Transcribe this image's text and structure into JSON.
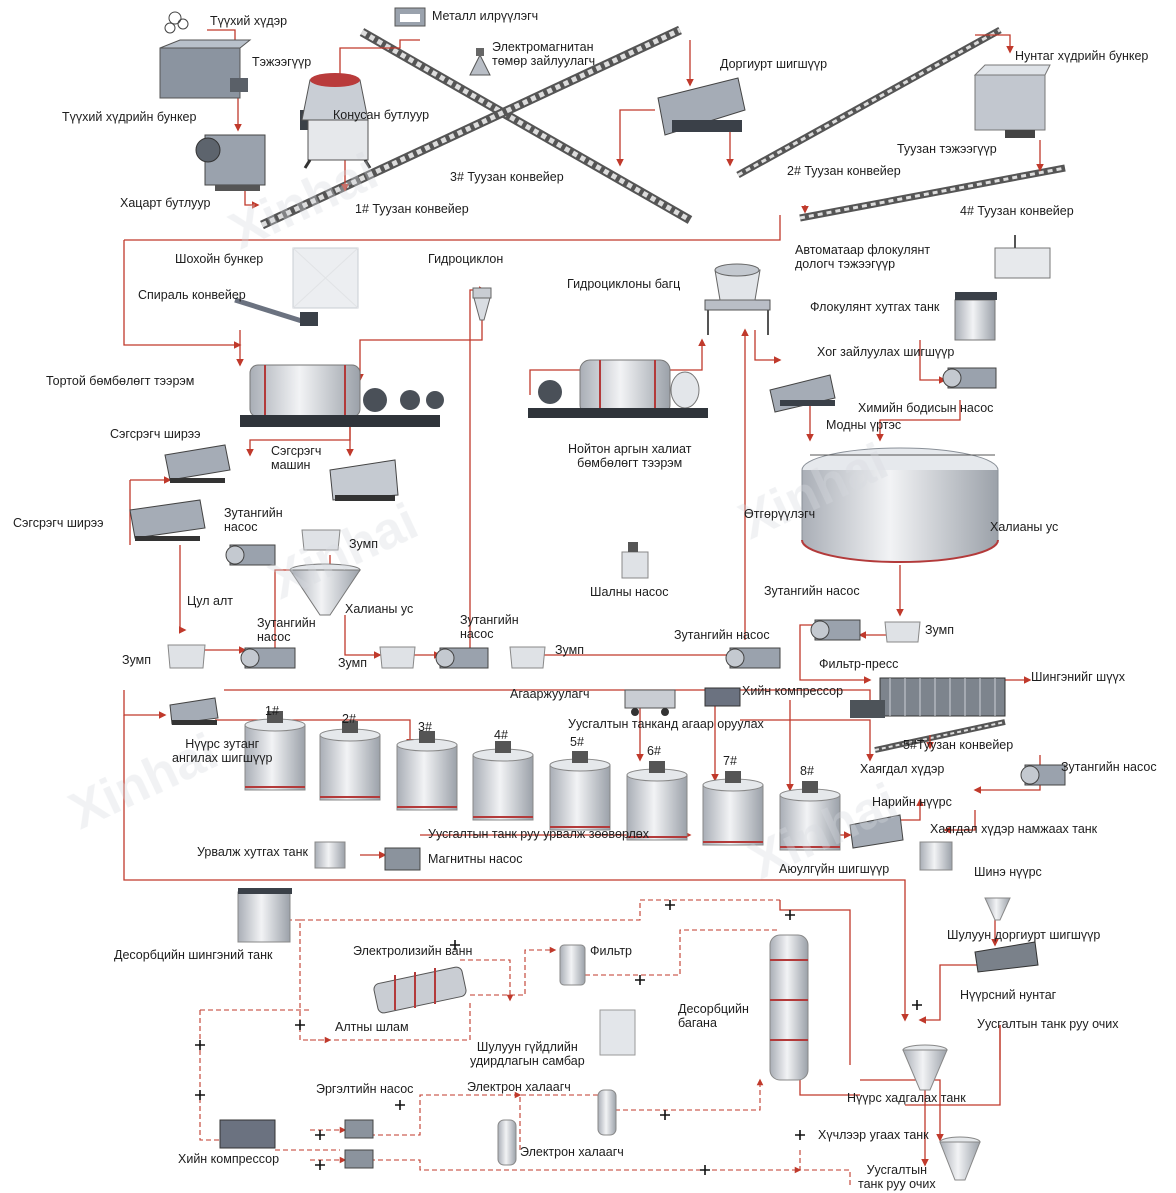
{
  "labels": {
    "raw_ore": "Түүхий хүдэр",
    "feeder": "Тэжээгүүр",
    "raw_ore_bunker": "Түүхий хүдрийн бункер",
    "jaw_crusher": "Хацарт бутлуур",
    "metal_detector": "Металл илрүүлэгч",
    "cone_crusher": "Конусан бутлуур",
    "electromagnetic_iron_remover": "Электромагнитан\nтөмөр зайлуулагч",
    "vibrating_screen": "Доргиурт шигшүүр",
    "fine_ore_bunker": "Нунтаг хүдрийн бункер",
    "belt_feeder": "Туузан тэжээгүүр",
    "conveyor_3": "3# Туузан конвейер",
    "conveyor_1": "1# Туузан конвейер",
    "conveyor_2": "2# Туузан конвейер",
    "conveyor_4": "4# Туузан конвейер",
    "lime_bunker": "Шохойн бункер",
    "spiral_conveyor": "Спираль конвейер",
    "hydrocyclone": "Гидроциклон",
    "hydrocyclone_group": "Гидроциклоны багц",
    "auto_flocculant_feeder": "Автоматаар флокулянт\nдологч тэжээгүүр",
    "flocculant_tank": "Флокулянт хутгах танк",
    "trash_screen": "Хог зайлуулах шигшүүр",
    "chemical_pump": "Химийн бодисын насос",
    "wood_chips": "Модны үртэс",
    "rod_mill": "Тортой бөмбөлөгт тээрэм",
    "wet_ball_mill": "Нойтон аргын халиат\nбөмбөлөгт тээрэм",
    "shaking_table_1": "Сэгсрэгч ширээ",
    "shaking_table_2": "Сэгсрэгч ширээ",
    "jig": "Сэгсрэгч\nмашин",
    "slurry_pump_1": "Зутангийн\nнасос",
    "sump_1": "Зумп",
    "pure_gold": "Цул алт",
    "overflow_1": "Халианы ус",
    "slurry_pump_2": "Зутангийн\nнасос",
    "sump_left": "Зумп",
    "sump_2": "Зумп",
    "slurry_pump_3": "Зутангийн\nнасос",
    "sump_3": "Зумп",
    "slurry_pump_4": "Зутангийн насос",
    "mud_pump": "Шалны насос",
    "thickener": "Өтгөрүүлэгч",
    "overflow_2": "Халианы ус",
    "slurry_pump_5": "Зутангийн насос",
    "sump_4": "Зумп",
    "filter_press": "Фильтр-пресс",
    "cake_absorption": "Шингэнийг шүүх",
    "aerator": "Агааржуулагч",
    "air_compressor_1": "Хийн компрессор",
    "aeration_note": "Уусгалтын танканд агаар оруулах",
    "carbon_screen": "Нүүрс зутанг\nангилах шигшүүр",
    "tank_1": "1#",
    "tank_2": "2#",
    "tank_3": "3#",
    "tank_4": "4#",
    "tank_5": "5#",
    "tank_6": "6#",
    "tank_7": "7#",
    "tank_8": "8#",
    "conveyor_5": "5#Туузан конвейер",
    "tailings": "Хаягдал хүдэр",
    "slurry_pump_6": "Зутангийн насос",
    "fine_carbon": "Нарийн нүүрс",
    "tailings_tank": "Хаягдал хүдэр намжаах танк",
    "reagent_tank": "Урвалж хутгах танк",
    "reagent_note": "Уусгалтын танк руу урвалж зөөвөрлөх",
    "magnetic_pump": "Магнитны насос",
    "safety_screen": "Аюулгүйн шигшүүр",
    "new_carbon": "Шинэ нүүрс",
    "desorption_liquid_tank": "Десорбцийн шингэний танк",
    "electrolysis_cell": "Электролизийн ванн",
    "filter": "Фильтр",
    "linear_screen": "Шулуун доргиурт шигшүүр",
    "carbon_fines": "Нүүрсний нунтаг",
    "gold_sludge": "Алтны шлам",
    "desorption_column": "Десорбцийн\nбагана",
    "to_leaching_1": "Уусгалтын танк руу очих",
    "linear_control_panel": "Шулуун гүйдлийн\nудирдлагын самбар",
    "circulating_pump": "Эргэлтийн насос",
    "electric_heater_1": "Электрон халаагч",
    "electric_heater_2": "Электрон халаагч",
    "carbon_storage_tank": "Нүүрс хадгалах танк",
    "acid_wash_tank": "Хүчлээр угаах танк",
    "air_compressor_2": "Хийн компрессор",
    "to_leaching_2": "Уусгалтын\nтанк руу очих"
  },
  "colors": {
    "pipe": "#c0392b",
    "tank_rim": "#b33a3a",
    "equipment": "#6b7280",
    "label": "#1d1d1d"
  }
}
